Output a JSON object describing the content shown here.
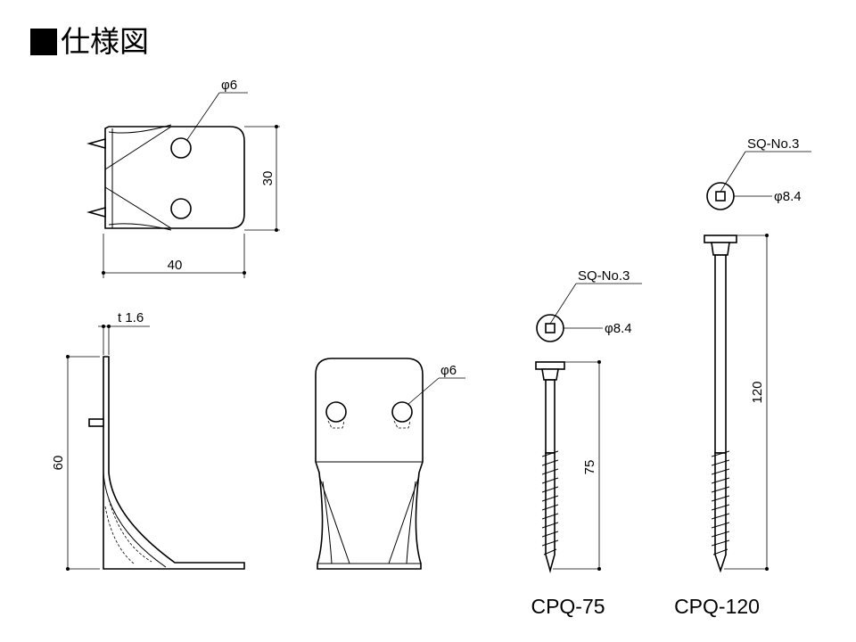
{
  "header": {
    "title": "仕様図"
  },
  "bracket": {
    "top_view": {
      "hole_label": "φ6",
      "width_dim": "40",
      "height_dim": "30"
    },
    "side_view": {
      "thickness_label": "t 1.6",
      "height_dim": "60"
    },
    "front_view": {
      "hole_label": "φ6"
    }
  },
  "screws": [
    {
      "model": "CPQ-75",
      "drive_label": "SQ-No.3",
      "head_dia_label": "φ8.4",
      "length_dim": "75"
    },
    {
      "model": "CPQ-120",
      "drive_label": "SQ-No.3",
      "head_dia_label": "φ8.4",
      "length_dim": "120"
    }
  ]
}
